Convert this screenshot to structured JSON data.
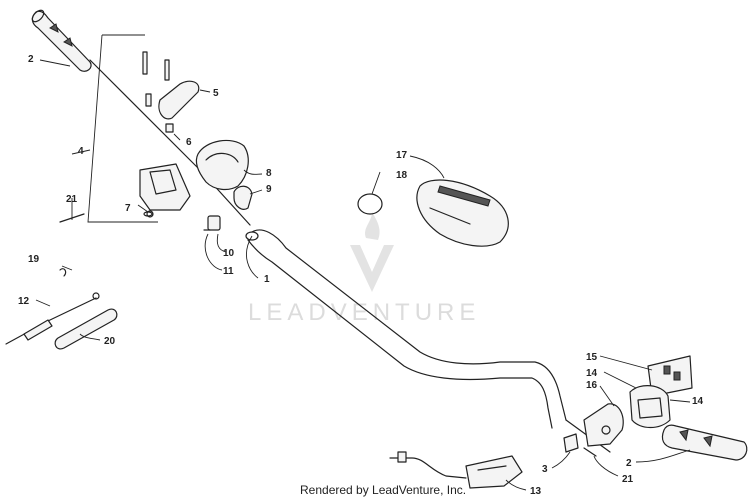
{
  "watermark": {
    "text": "LEADVENTURE"
  },
  "credit": "Rendered by LeadVenture, Inc.",
  "callouts": [
    "1",
    "2",
    "2",
    "3",
    "4",
    "5",
    "6",
    "7",
    "8",
    "9",
    "10",
    "11",
    "12",
    "13",
    "14",
    "14",
    "15",
    "16",
    "17",
    "18",
    "19",
    "20",
    "21",
    "21"
  ]
}
